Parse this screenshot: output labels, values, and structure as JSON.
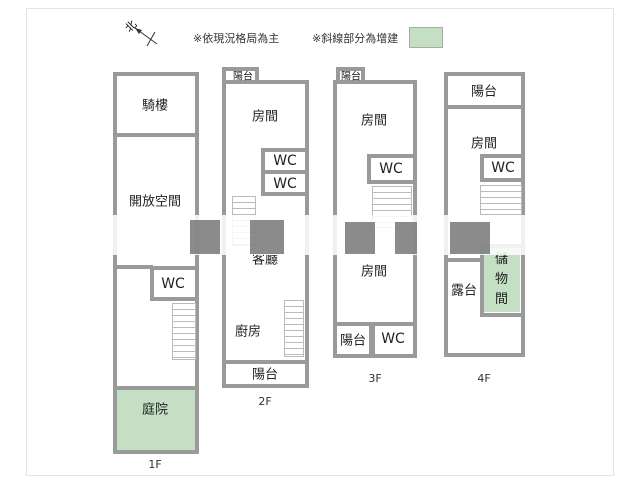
{
  "legend": {
    "north_label": "北",
    "note_current": "※依現況格局為主",
    "note_addition": "※斜線部分為增建",
    "addition_color": "#c4dfc4"
  },
  "floors": {
    "f1": {
      "label": "1F",
      "rooms": [
        "騎樓",
        "開放空間",
        "WC",
        "庭院"
      ]
    },
    "f2": {
      "label": "2F",
      "rooms": [
        "陽台",
        "房間",
        "WC",
        "WC",
        "客廳",
        "廚房",
        "陽台"
      ]
    },
    "f3": {
      "label": "3F",
      "rooms": [
        "陽台",
        "房間",
        "WC",
        "房間",
        "陽台",
        "WC"
      ]
    },
    "f4": {
      "label": "4F",
      "rooms": [
        "陽台",
        "房間",
        "WC",
        "露台",
        "儲物間"
      ]
    }
  }
}
